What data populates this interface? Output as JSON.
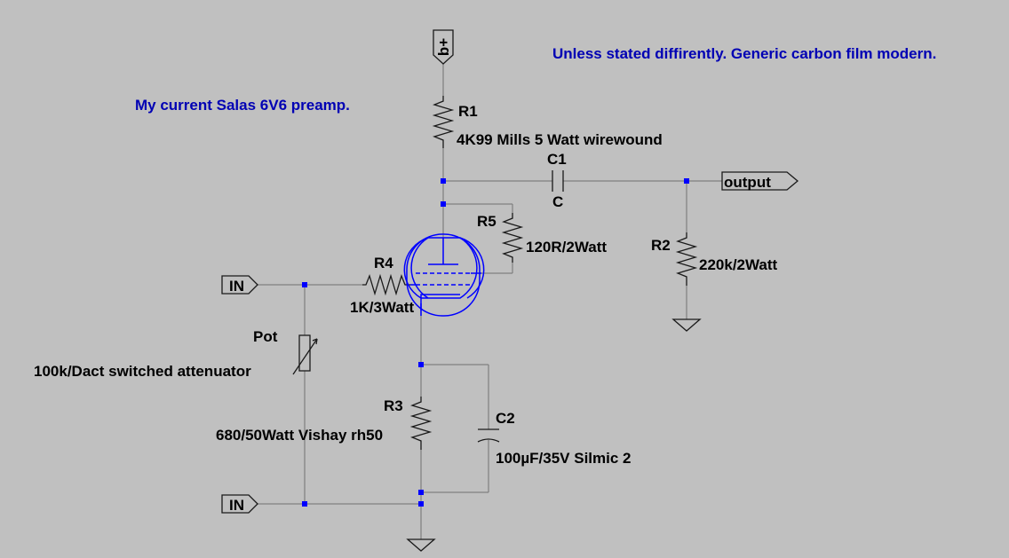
{
  "notes": {
    "top_right": "Unless stated diffirently. Generic carbon film modern.",
    "top_left": "My current Salas 6V6 preamp."
  },
  "ports": {
    "supply": "b+",
    "output": "output",
    "input_top": "IN",
    "input_bottom": "IN"
  },
  "components": {
    "r1": {
      "ref": "R1",
      "value": "4K99 Mills 5 Watt wirewound"
    },
    "c1": {
      "ref": "C1",
      "value": "C"
    },
    "r5": {
      "ref": "R5",
      "value": "120R/2Watt"
    },
    "r2": {
      "ref": "R2",
      "value": "220k/2Watt"
    },
    "r4": {
      "ref": "R4",
      "value": "1K/3Watt"
    },
    "pot": {
      "ref": "Pot",
      "value": "100k/Dact switched attenuator"
    },
    "r3": {
      "ref": "R3",
      "value": "680/50Watt Vishay rh50"
    },
    "c2": {
      "ref": "C2",
      "value": "100µF/35V Silmic 2"
    }
  },
  "colors": {
    "background": "#c0c0c0",
    "wire": "#7f7f7f",
    "junction": "#0000ff",
    "note_text": "#0000b4"
  }
}
